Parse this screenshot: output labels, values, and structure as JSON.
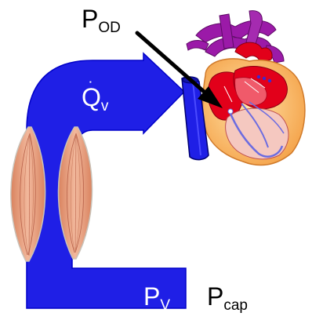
{
  "labels": {
    "pod": {
      "main": "P",
      "sub": "OD"
    },
    "qv": {
      "main": "Q",
      "dot": "˙",
      "sub": "v"
    },
    "pv": {
      "main": "P",
      "sub": "V"
    },
    "pcap": {
      "main": "P",
      "sub": "cap"
    }
  },
  "icons": {
    "muscle": "muscle-icon",
    "heart": "heart-icon",
    "vena_cava": "vena-cava-icon",
    "pointer": "arrow-pointer-icon"
  },
  "colors": {
    "flow": "#1f1fe6",
    "muscle": "#e8a686",
    "heart_outer": "#f9b25c",
    "heart_red": "#e2001a",
    "vessel_purple": "#9b1aa8",
    "pointer": "#000000"
  }
}
